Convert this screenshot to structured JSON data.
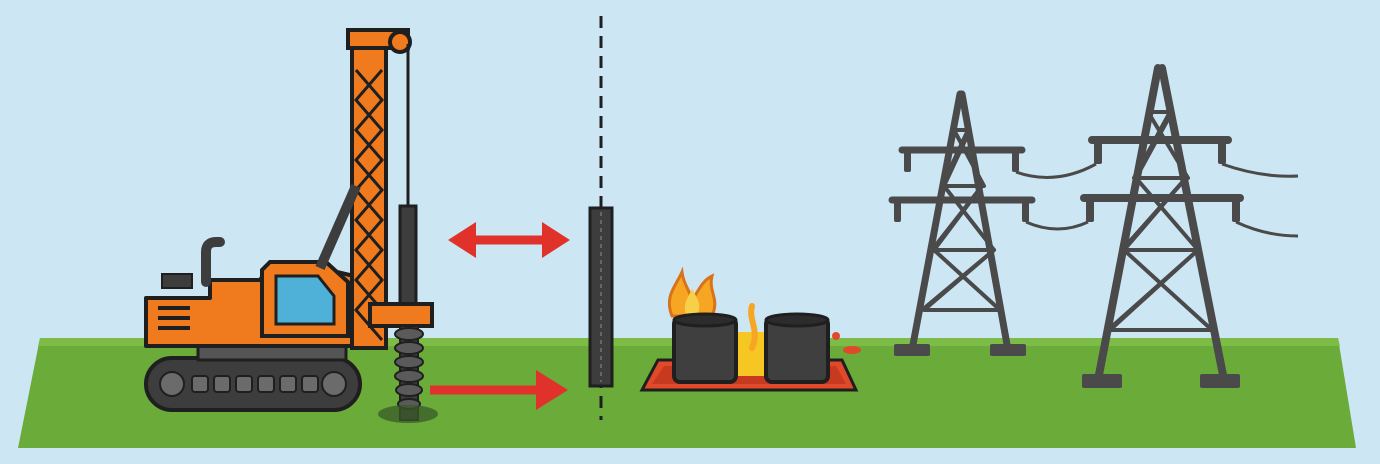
{
  "scene": {
    "description_elements": [
      "pile-driving-rig",
      "auger-drill",
      "sheet-pile",
      "burning-drums",
      "transmission-towers"
    ],
    "colors": {
      "sky": "#cfe6f5",
      "ground": "#6aab3a",
      "rig_body": "#f07a1e",
      "rig_dark": "#3d3d3d",
      "arrow": "#e0322b",
      "fire": "#f6a623",
      "spill_pad": "#e04a2a",
      "tower": "#4a4a4a"
    }
  }
}
